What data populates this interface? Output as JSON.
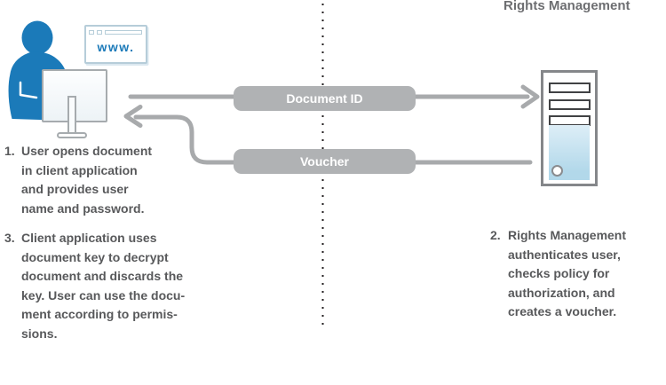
{
  "title": "Rights Management",
  "browser": {
    "label": "www."
  },
  "flows": [
    {
      "label": "Document ID",
      "direction": "client-to-server"
    },
    {
      "label": "Voucher",
      "direction": "server-to-client"
    }
  ],
  "steps": [
    {
      "number": "1.",
      "text": "User opens document\nin client application\nand provides user\nname and password."
    },
    {
      "number": "2.",
      "text": "Rights Management\nauthenticates user,\nchecks policy for\nauthorization, and\ncreates a voucher."
    },
    {
      "number": "3.",
      "text": "Client application uses\ndocument key to decrypt\ndocument and discards the\nkey. User can use the docu-\nment according to permis-\nsions."
    }
  ],
  "icons": {
    "user": "user-silhouette-icon",
    "monitor": "monitor-icon",
    "browser": "browser-window-icon",
    "server": "server-tower-icon",
    "divider": "dotted-divider-line",
    "arrow_right": "arrow-right-icon",
    "arrow_left": "arrow-left-icon"
  },
  "colors": {
    "accent_blue": "#1b7ab9",
    "arrow_gray": "#a8aaac",
    "pill_gray": "#b0b2b4",
    "body_text": "#58595b",
    "title_text": "#6d6e71",
    "server_blue_top": "#ddeef7",
    "server_blue_bottom": "#b2d8ea",
    "dotted_line": "#231f20"
  }
}
